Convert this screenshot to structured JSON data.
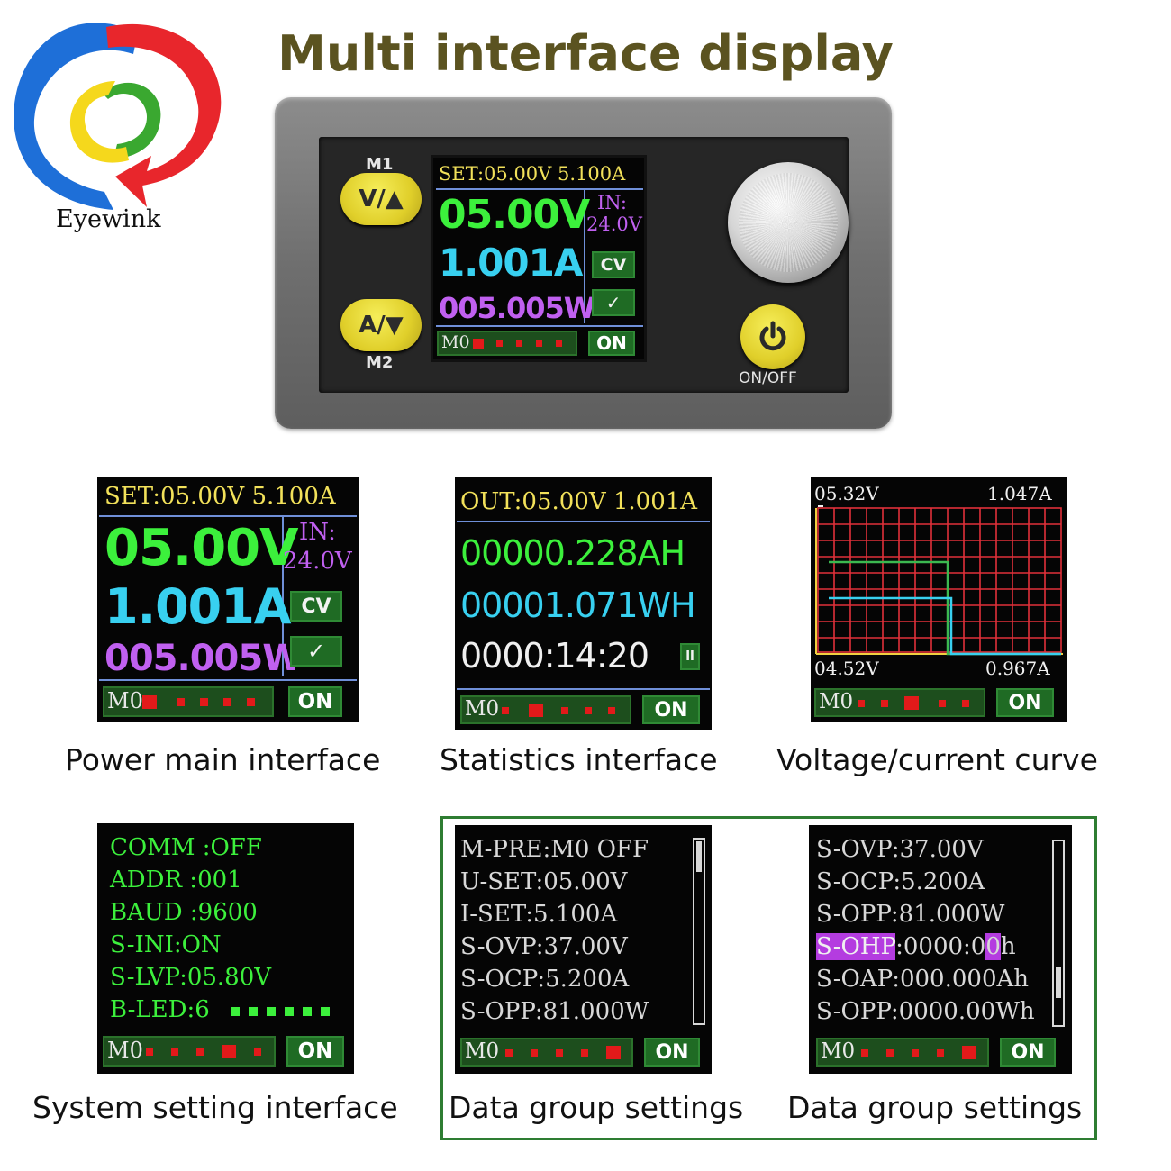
{
  "brand": {
    "name": "Eyewink"
  },
  "heading": "Multi interface display",
  "device": {
    "m1_label": "M1",
    "m2_label": "M2",
    "v_button": "V/▲",
    "a_button": "A/▼",
    "power_label": "ON/OFF",
    "screen": {
      "set_line": "SET:05.00V 5.100A",
      "voltage": "05.00V",
      "current": "1.001A",
      "power": "005.005W",
      "in_label": "IN:",
      "in_value": "24.0V",
      "cv_badge": "CV",
      "ok_badge": "✓",
      "group": "M0",
      "on_button": "ON"
    }
  },
  "panels": {
    "power_main": {
      "caption": "Power main interface",
      "set_line": "SET:05.00V 5.100A",
      "voltage": "05.00V",
      "current": "1.001A",
      "power": "005.005W",
      "in_label": "IN:",
      "in_value": "24.0V",
      "cv_badge": "CV",
      "ok_badge": "✓",
      "group": "M0",
      "on_button": "ON"
    },
    "statistics": {
      "caption": "Statistics interface",
      "out_line": "OUT:05.00V 1.001A",
      "ah": "00000.228AH",
      "wh": "00001.071WH",
      "time": "0000:14:20",
      "pause_icon": "ll",
      "group": "M0",
      "on_button": "ON"
    },
    "curve": {
      "caption": "Voltage/current curve",
      "v_max": "05.32V",
      "i_max": "1.047A",
      "v_min": "04.52V",
      "i_min": "0.967A",
      "group": "M0",
      "on_button": "ON"
    },
    "system": {
      "caption": "System setting interface",
      "lines": [
        "COMM :OFF",
        "ADDR :001",
        "BAUD :9600",
        "S-INI:ON",
        "S-LVP:05.80V",
        "B-LED:6"
      ],
      "group": "M0",
      "on_button": "ON"
    },
    "data_group_1": {
      "caption": "Data group settings",
      "lines": [
        "M-PRE:M0 OFF",
        "U-SET:05.00V",
        "I-SET:5.100A",
        "S-OVP:37.00V",
        "S-OCP:5.200A",
        "S-OPP:81.000W"
      ],
      "group": "M0",
      "on_button": "ON"
    },
    "data_group_2": {
      "caption": "Data group settings",
      "lines": [
        "S-OVP:37.00V",
        "S-OCP:5.200A",
        "S-OPP:81.000W"
      ],
      "ohp_label": "S-OHP",
      "ohp_value_a": ":0000:0",
      "ohp_value_b": "0",
      "ohp_value_c": "h",
      "lines_b": [
        "S-OAP:000.000Ah",
        "S-OPP:0000.00Wh"
      ],
      "group": "M0",
      "on_button": "ON"
    }
  },
  "colors": {
    "heading": "#5b5320",
    "lcd_green": "#3cf03c",
    "lcd_cyan": "#38d0f0",
    "lcd_magenta": "#c060f0",
    "lcd_yellow": "#f2e15a",
    "lcd_grid": "#e0303a",
    "box_border": "#2e7d32"
  }
}
